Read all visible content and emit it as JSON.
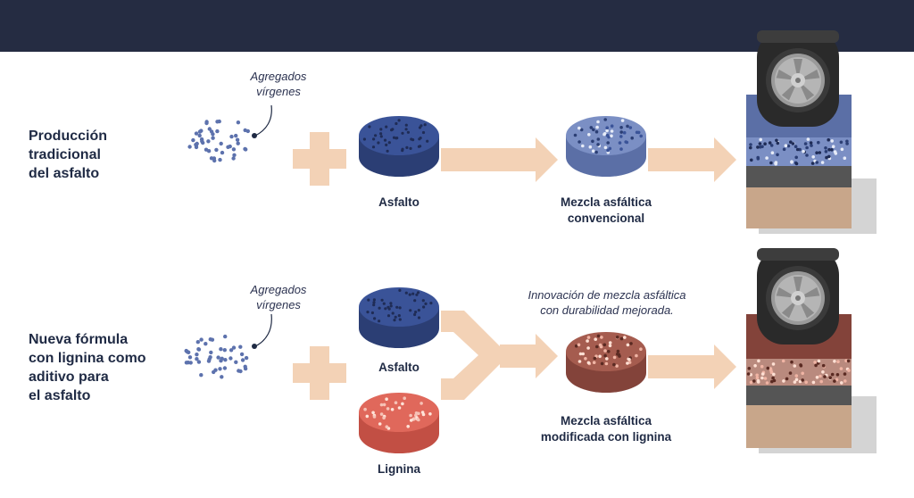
{
  "colors": {
    "header": "#252c42",
    "arrow": "#f3d2b6",
    "asphalt_top": "#3a5398",
    "asphalt_side": "#2b3e74",
    "mix_top": "#7b8fc4",
    "mix_side": "#5b6fa6",
    "lignin_top": "#e0685b",
    "lignin_side": "#c24f44",
    "lignin_mix_top": "#a55c4f",
    "lignin_mix_side": "#83433a",
    "aggregate_dot": "#5d72ad",
    "text": "#1f2a44"
  },
  "rows": {
    "traditional": {
      "title_lines": [
        "Producción",
        "tradicional",
        "del asfalto"
      ],
      "aggregates_lines": [
        "Agregados",
        "vírgenes"
      ],
      "asphalt_label": "Asfalto",
      "mix_label_lines": [
        "Mezcla asfáltica",
        "convencional"
      ]
    },
    "lignin": {
      "title_lines": [
        "Nueva fórmula",
        "con lignina como",
        "aditivo para",
        "el asfalto"
      ],
      "aggregates_lines": [
        "Agregados",
        "vírgenes"
      ],
      "asphalt_label": "Asfalto",
      "lignin_label": "Lignina",
      "innovation_lines": [
        "Innovación de mezcla asfáltica",
        "con durabilidad mejorada."
      ],
      "mix_label_lines": [
        "Mezcla asfáltica",
        "modificada con lignina"
      ]
    }
  },
  "icons": {
    "plus": "plus-icon",
    "arrow": "arrow-right-icon",
    "merge": "merge-arrow-icon",
    "wheel": "tire-icon",
    "road": "road-layers-icon"
  }
}
